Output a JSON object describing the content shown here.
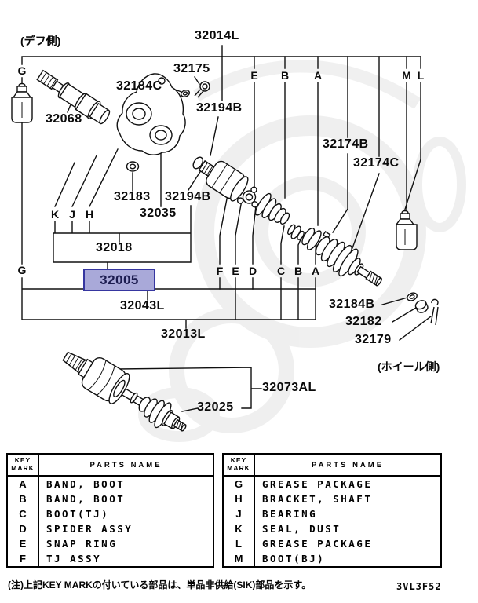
{
  "diagram": {
    "side_labels": {
      "diff": "(デフ側)",
      "wheel": "(ホイール側)"
    },
    "part_labels": {
      "p32014L": "32014L",
      "p32175": "32175",
      "p32184C": "32184C",
      "p32194B_top": "32194B",
      "p32068": "32068",
      "p32174B": "32174B",
      "p32174C": "32174C",
      "p32183": "32183",
      "p32194B_mid": "32194B",
      "p32035": "32035",
      "p32018": "32018",
      "p32005": "32005",
      "p32043L": "32043L",
      "p32013L": "32013L",
      "p32184B": "32184B",
      "p32182": "32182",
      "p32179": "32179",
      "p32073AL": "32073AL",
      "p32025": "32025"
    },
    "key_letters": {
      "g_top": "G",
      "g_bottom": "G",
      "e_top": "E",
      "b_top": "B",
      "a_top": "A",
      "m_top": "M",
      "l_top": "L",
      "k": "K",
      "j": "J",
      "h": "H",
      "f": "F",
      "e_mid": "E",
      "d": "D",
      "c": "C",
      "b_mid": "B",
      "a_mid": "A"
    },
    "highlight": {
      "fill": "#a9a9d9",
      "border": "#3636a0",
      "text_color": "#1c1c50"
    }
  },
  "key_table": {
    "header": {
      "key_line1": "KEY",
      "key_line2": "MARK",
      "parts": "PARTS NAME"
    },
    "left_rows": [
      [
        "A",
        "BAND, BOOT"
      ],
      [
        "B",
        "BAND, BOOT"
      ],
      [
        "C",
        "BOOT(TJ)"
      ],
      [
        "D",
        "SPIDER ASSY"
      ],
      [
        "E",
        "SNAP RING"
      ],
      [
        "F",
        "TJ ASSY"
      ]
    ],
    "right_rows": [
      [
        "G",
        "GREASE PACKAGE"
      ],
      [
        "H",
        "BRACKET, SHAFT"
      ],
      [
        "J",
        "BEARING"
      ],
      [
        "K",
        "SEAL, DUST"
      ],
      [
        "L",
        "GREASE PACKAGE"
      ],
      [
        "M",
        "BOOT(BJ)"
      ]
    ]
  },
  "footer": {
    "note": "(注)上記KEY MARKの付いている部品は、単品非供給(SIK)部品を示す。",
    "code": "3VL3F52"
  }
}
